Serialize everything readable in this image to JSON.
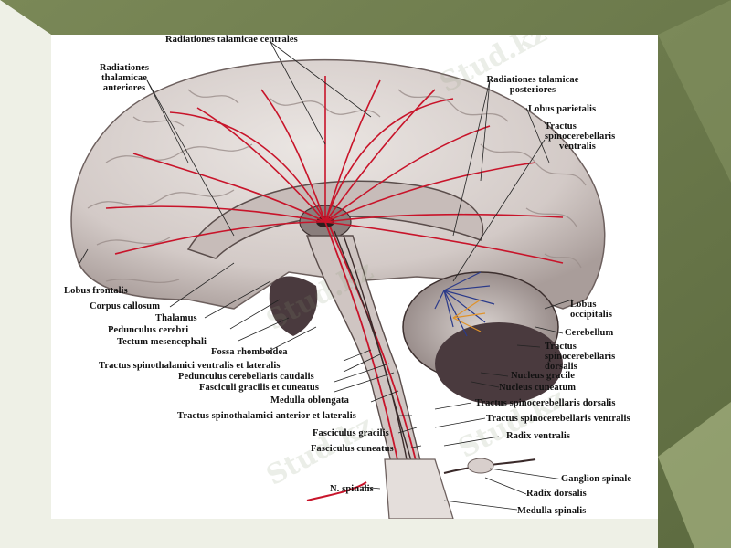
{
  "labels": {
    "radiationes_talamicae_centrales": "Radiationes talamicae centrales",
    "radiationes_thalamicae_anteriores": [
      "Radiationes",
      "thalamicae",
      "anteriores"
    ],
    "radiationes_talamicae_posteriores": [
      "Radiationes talamicae",
      "posteriores"
    ],
    "lobus_parietalis": "Lobus parietalis",
    "tractus_spinocerebellaris_ventralis_top": [
      "Tractus",
      "spinocerebellaris",
      "ventralis"
    ],
    "lobus_frontalis": "Lobus frontalis",
    "corpus_callosum": "Corpus callosum",
    "thalamus": "Thalamus",
    "pedunculus_cerebri": "Pedunculus cerebri",
    "tectum_mesencephali": "Tectum mesencephali",
    "fossa_rhomboidea": "Fossa rhomboidea",
    "tractus_spinothalamici_ventralis_et_lateralis": "Tractus spinothalamici  ventralis et lateralis",
    "pedunculus_cerebellaris_caudalis": "Pedunculus cerebellaris caudalis",
    "fasciculi_gracilis_et_cuneatus": "Fasciculi gracilis et cuneatus",
    "medulla_oblongata": "Medulla oblongata",
    "tractus_spinothalamici_anterior_et_lateralis": "Tractus spinothalamici  anterior et lateralis",
    "fasciculus_gracilis": "Fasciculus gracilis",
    "fasciculus_cuneatus": "Fasciculus cuneatus",
    "n_spinalis": "N. spinalis",
    "lobus_occipitalis": [
      "Lobus",
      "occipitalis"
    ],
    "cerebellum": "Cerebellum",
    "tractus_spinocerebellaris_dorsalis_right": [
      "Tractus",
      "spinocerebellaris",
      "dorsalis"
    ],
    "nucleus_gracile": "Nucleus gracile",
    "nucleus_cuneatum": "Nucleus cuneatum",
    "tractus_spinocerebellaris_dorsalis": "Tractus spinocerebellaris dorsalis",
    "tractus_spinocerebellaris_ventralis": "Tractus spinocerebellaris ventralis",
    "radix_ventralis": "Radix ventralis",
    "ganglion_spinale": "Ganglion spinale",
    "radix_dorsalis": "Radix dorsalis",
    "medulla_spinalis": "Medulla spinalis"
  },
  "watermark": "Stud.kz",
  "colors": {
    "slide_bg": "#eef0e6",
    "slide_dark": "#6e7d4c",
    "slide_mid": "#8f9c6a",
    "brain": "#d7d0cc",
    "brain_shadow": "#9c8f8c",
    "tract_red": "#c8142a",
    "tract_dark": "#3a2a2a",
    "cerebellum_blue": "#2a3a8a",
    "cerebellum_grey": "#bdb6b3",
    "cerebellum_dark": "#4a3a3e"
  }
}
